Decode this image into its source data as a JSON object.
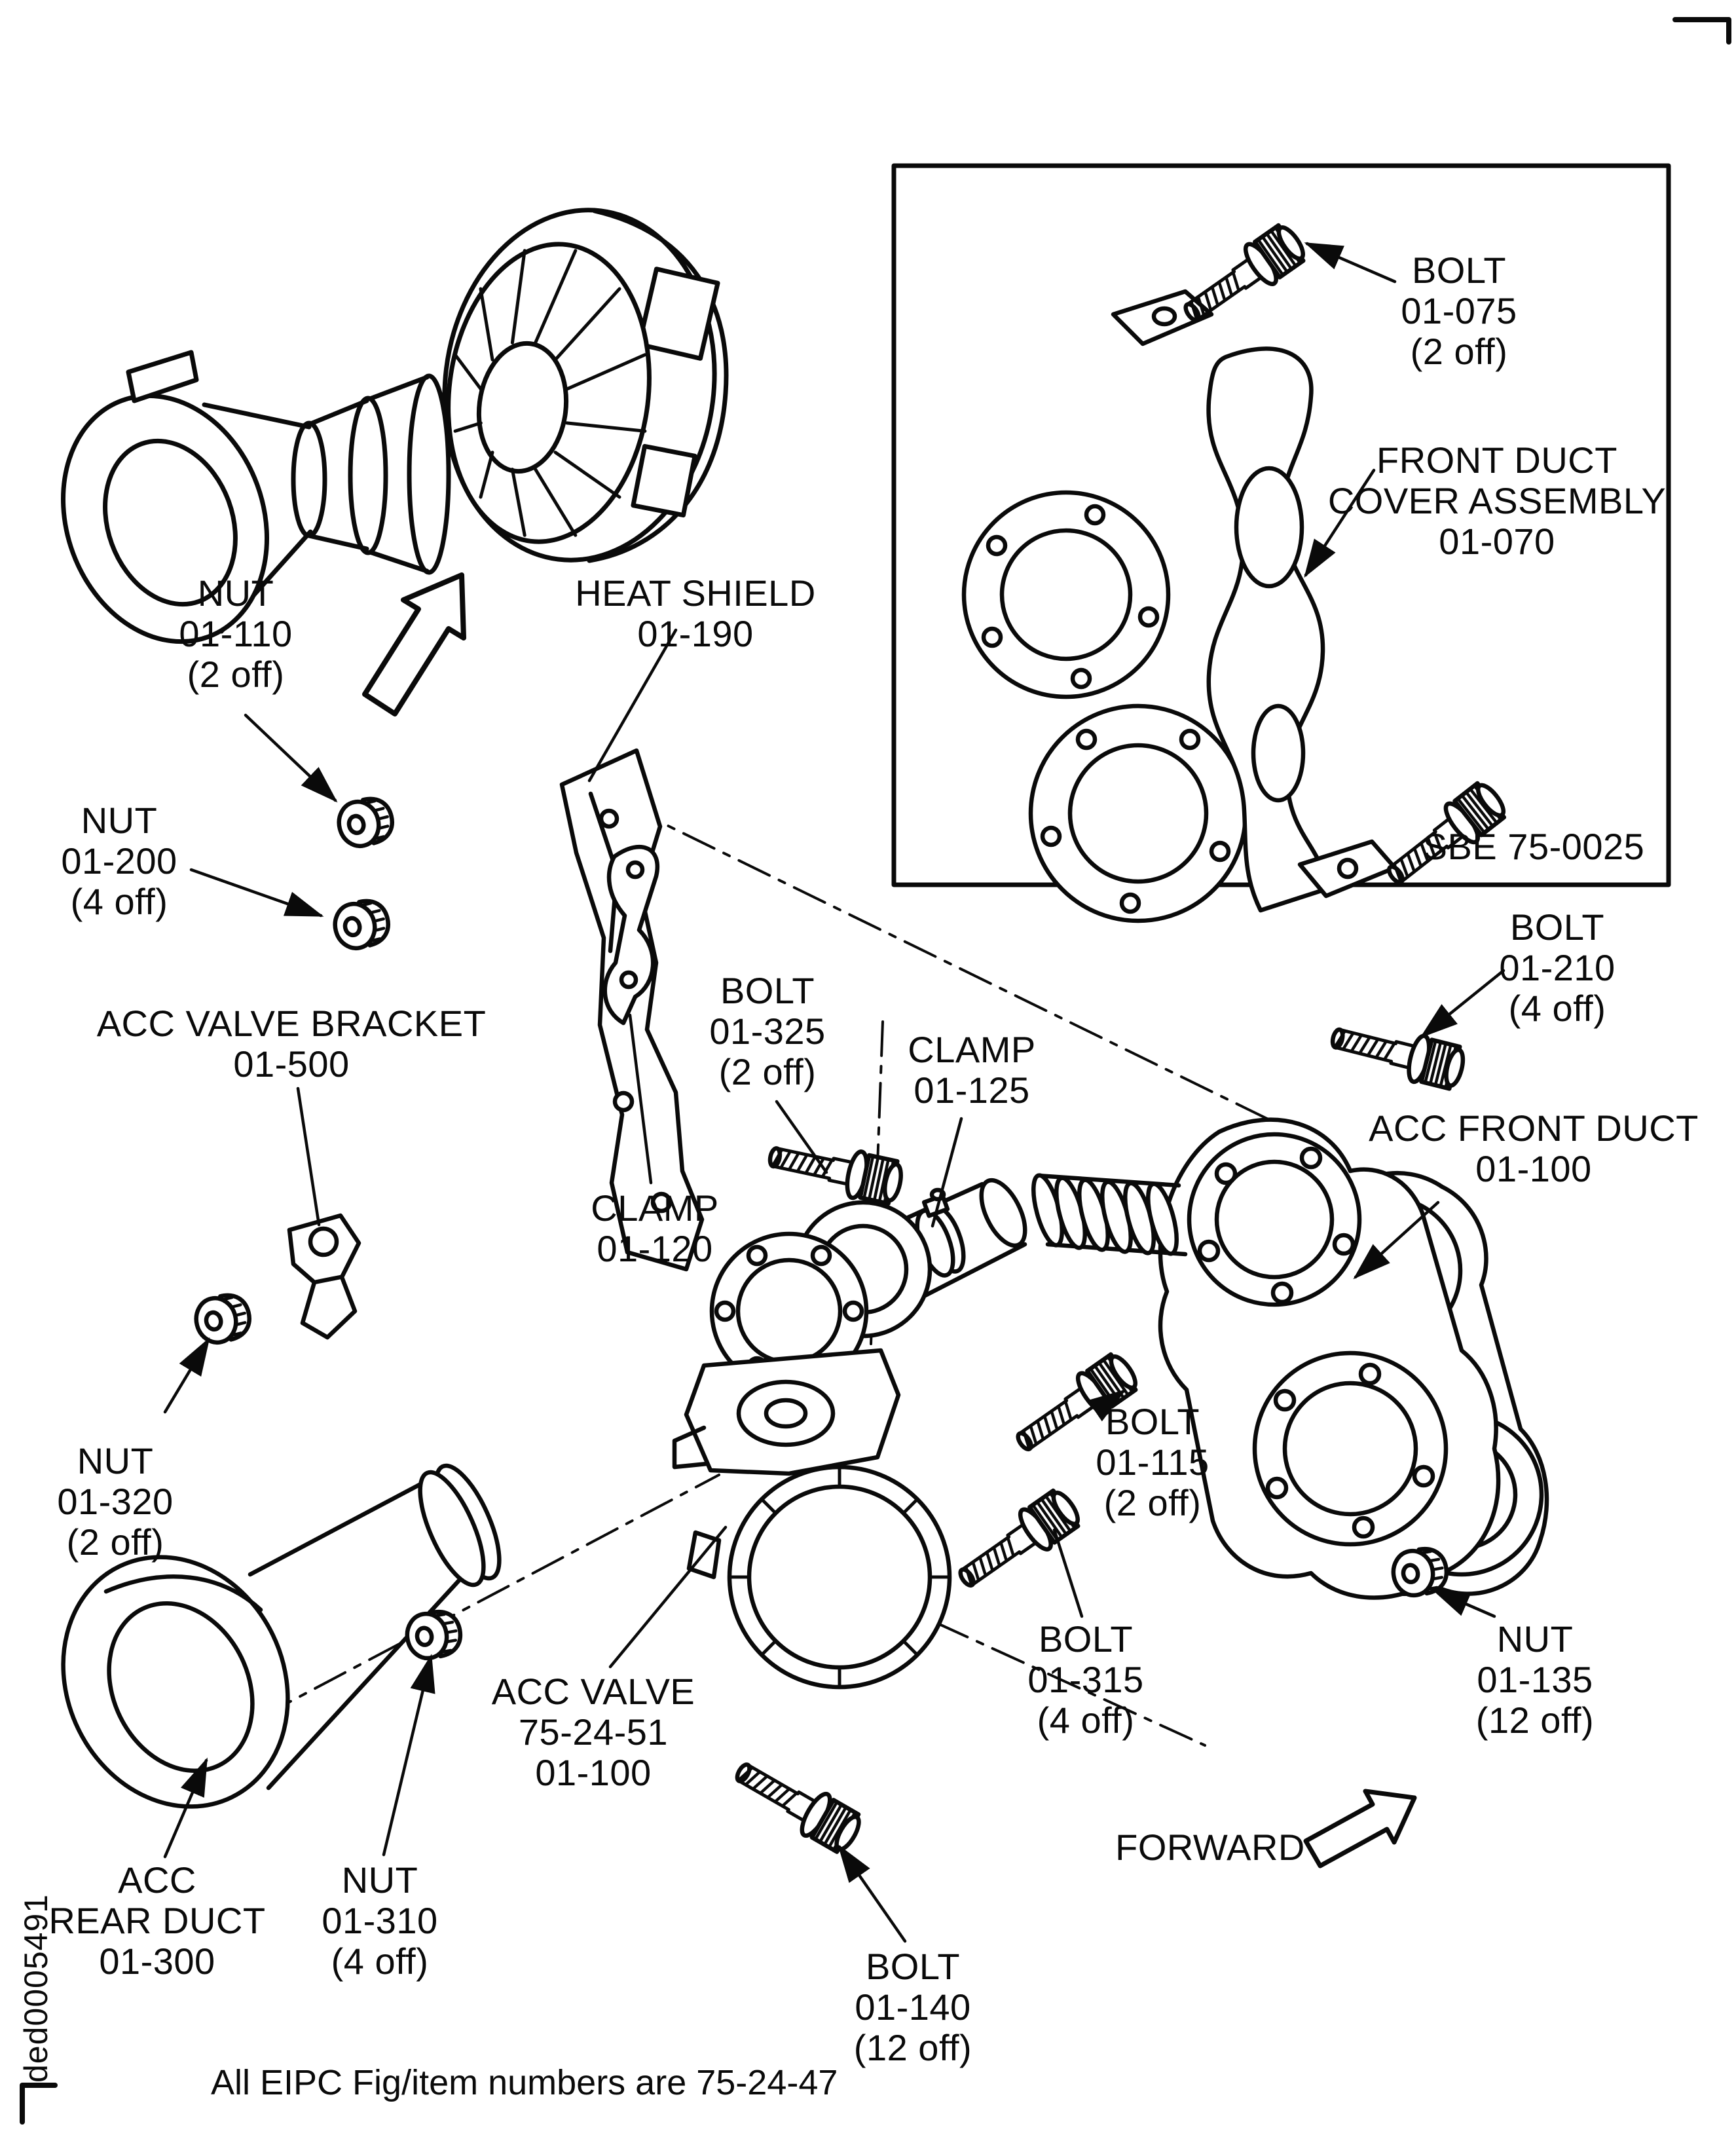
{
  "figure": {
    "inset_ref": "SBE 75-0025",
    "forward": "FORWARD",
    "footer_note": "All EIPC Fig/item numbers are 75-24-47",
    "doc_number": "ded0005491"
  },
  "colors": {
    "ink": "#0a0a0a",
    "paper": "#ffffff"
  },
  "labels": {
    "bolt_01_075": {
      "l1": "BOLT",
      "l2": "01-075",
      "l3": "(2 off)"
    },
    "front_duct_cover_assembly": {
      "l1": "FRONT DUCT",
      "l2": "COVER ASSEMBLY",
      "l3": "01-070"
    },
    "nut_01_110": {
      "l1": "NUT",
      "l2": "01-110",
      "l3": "(2 off)"
    },
    "heat_shield": {
      "l1": "HEAT SHIELD",
      "l2": "01-190"
    },
    "nut_01_200": {
      "l1": "NUT",
      "l2": "01-200",
      "l3": "(4 off)"
    },
    "acc_valve_bracket": {
      "l1": "ACC VALVE BRACKET",
      "l2": "01-500"
    },
    "bolt_01_325": {
      "l1": "BOLT",
      "l2": "01-325",
      "l3": "(2 off)"
    },
    "clamp_01_125": {
      "l1": "CLAMP",
      "l2": "01-125"
    },
    "bolt_01_210": {
      "l1": "BOLT",
      "l2": "01-210",
      "l3": "(4 off)"
    },
    "acc_front_duct": {
      "l1": "ACC FRONT DUCT",
      "l2": "01-100"
    },
    "clamp_01_120": {
      "l1": "CLAMP",
      "l2": "01-120"
    },
    "nut_01_320": {
      "l1": "NUT",
      "l2": "01-320",
      "l3": "(2 off)"
    },
    "bolt_01_115": {
      "l1": "BOLT",
      "l2": "01-115",
      "l3": "(2 off)"
    },
    "bolt_01_315": {
      "l1": "BOLT",
      "l2": "01-315",
      "l3": "(4 off)"
    },
    "nut_01_135": {
      "l1": "NUT",
      "l2": "01-135",
      "l3": "(12 off)"
    },
    "acc_valve": {
      "l1": "ACC VALVE",
      "l2": "75-24-51",
      "l3": "01-100"
    },
    "acc_rear_duct": {
      "l1": "ACC",
      "l2": "REAR DUCT",
      "l3": "01-300"
    },
    "nut_01_310": {
      "l1": "NUT",
      "l2": "01-310",
      "l3": "(4 off)"
    },
    "bolt_01_140": {
      "l1": "BOLT",
      "l2": "01-140",
      "l3": "(12 off)"
    }
  }
}
